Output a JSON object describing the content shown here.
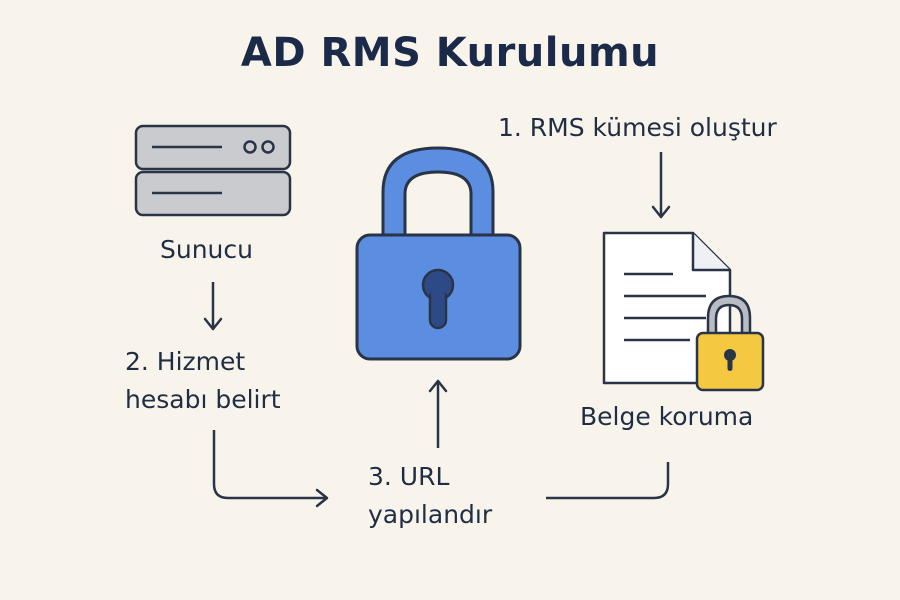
{
  "title": "AD RMS Kurulumu",
  "labels": {
    "server": "Sunucu",
    "step1": "1. RMS kümesi oluştur",
    "step2_line1": "2. Hizmet",
    "step2_line2": "hesabı belirt",
    "step3_line1": "3. URL",
    "step3_line2": "yapılandır",
    "document": "Belge koruma"
  },
  "icons": {
    "server": "server-icon",
    "lock": "padlock-icon",
    "document": "locked-document-icon"
  },
  "colors": {
    "background": "#f8f4ec",
    "text": "#1f2d45",
    "lock_blue": "#5b8de0",
    "server_gray": "#c9cbcf",
    "small_lock_yellow": "#f5c842",
    "stroke": "#2a3447"
  }
}
